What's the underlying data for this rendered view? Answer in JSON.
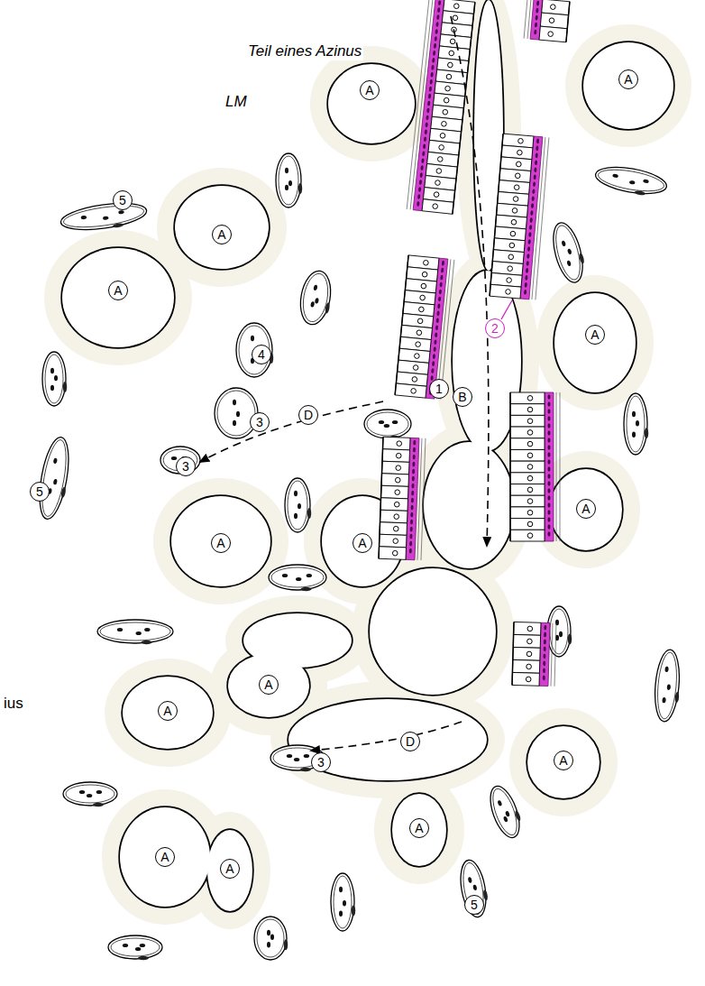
{
  "diagram": {
    "title": "Teil eines Azinus",
    "labels": [
      "A",
      "A",
      "LM",
      "5",
      "A",
      "A",
      "2",
      "A",
      "4",
      "1",
      "B",
      "D",
      "3",
      "3",
      "5",
      "A",
      "A",
      "A",
      "A",
      "ius",
      "A",
      "D",
      "A",
      "3",
      "A",
      "A",
      "A",
      "5"
    ]
  }
}
